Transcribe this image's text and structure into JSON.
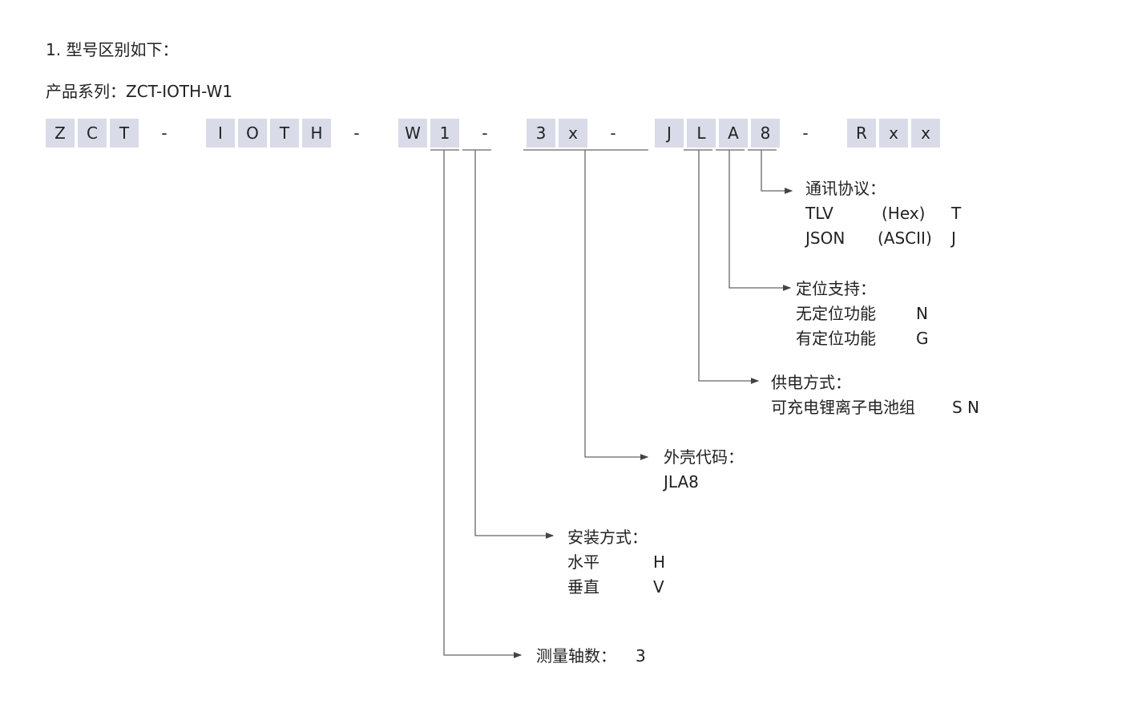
{
  "heading": "1. 型号区别如下：",
  "series": "产品系列：ZCT-IOTH-W1",
  "code": [
    {
      "c": "Z",
      "k": "box"
    },
    {
      "c": "C",
      "k": "box"
    },
    {
      "c": "T",
      "k": "box"
    },
    {
      "c": "-",
      "k": "dash"
    },
    {
      "c": "I",
      "k": "box"
    },
    {
      "c": "O",
      "k": "box"
    },
    {
      "c": "T",
      "k": "box"
    },
    {
      "c": "H",
      "k": "box"
    },
    {
      "c": "-",
      "k": "dash"
    },
    {
      "c": "W",
      "k": "box"
    },
    {
      "c": "1",
      "k": "box"
    },
    {
      "c": "-",
      "k": "dash"
    },
    {
      "c": "3",
      "k": "box"
    },
    {
      "c": "x",
      "k": "box"
    },
    {
      "c": "-",
      "k": "dash"
    },
    {
      "c": "J",
      "k": "box"
    },
    {
      "c": "L",
      "k": "box"
    },
    {
      "c": "A",
      "k": "box"
    },
    {
      "c": "8",
      "k": "box"
    },
    {
      "c": "-",
      "k": "dash"
    },
    {
      "c": "R",
      "k": "box"
    },
    {
      "c": "x",
      "k": "box"
    },
    {
      "c": "x",
      "k": "box"
    }
  ],
  "protocol": {
    "title": "通讯协议：",
    "rows": [
      [
        "TLV",
        "(Hex)",
        "T"
      ],
      [
        "JSON",
        "(ASCII)",
        "J"
      ]
    ]
  },
  "positioning": {
    "title": "定位支持：",
    "rows": [
      [
        "无定位功能",
        "N"
      ],
      [
        "有定位功能",
        "G"
      ]
    ]
  },
  "power": {
    "title": "供电方式：",
    "rows": [
      [
        "可充电锂离子电池组",
        "S N"
      ]
    ]
  },
  "shell": {
    "title": "外壳代码：",
    "rows": [
      [
        "JLA8"
      ]
    ]
  },
  "mount": {
    "title": "安装方式：",
    "rows": [
      [
        "水平",
        "H"
      ],
      [
        "垂直",
        "V"
      ]
    ]
  },
  "axes": {
    "title": "测量轴数：",
    "value": "3"
  },
  "colors": {
    "box": "#d9dbe8",
    "line": "#555555"
  }
}
